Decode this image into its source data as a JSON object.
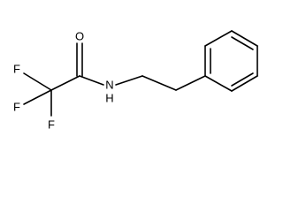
{
  "molecule": {
    "atoms": {
      "o": "O",
      "n": "N",
      "h": "H",
      "f1": "F",
      "f2": "F",
      "f3": "F"
    },
    "colors": {
      "bond": "#000000",
      "label": "#000000",
      "background": "#ffffff"
    }
  }
}
